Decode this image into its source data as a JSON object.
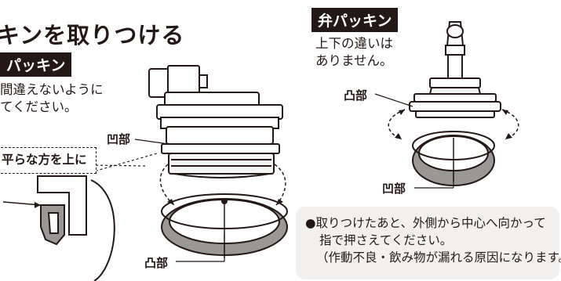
{
  "heading": "キンを取りつける",
  "main_section": {
    "tag": "パッキン",
    "note_lines": [
      "間違えないように",
      "てください。"
    ],
    "callout": "平らな方を上に",
    "label_recess": "凹部",
    "label_protrusion": "凸部"
  },
  "valve_section": {
    "tag": "弁パッキン",
    "note_lines": [
      "上下の違いは",
      "ありません。"
    ],
    "label_protrusion": "凸部",
    "label_recess": "凹部"
  },
  "info_box": {
    "lines": [
      "●取りつけたあと、外側から中心へ向かって",
      "指で押さえてください。",
      "（作動不良・飲み物が漏れる原因になります。）"
    ]
  },
  "colors": {
    "ink": "#231815",
    "info_bg": "#f1f0ef",
    "gasket_gray": "#9a9896",
    "gasket_dark": "#6b6967"
  }
}
